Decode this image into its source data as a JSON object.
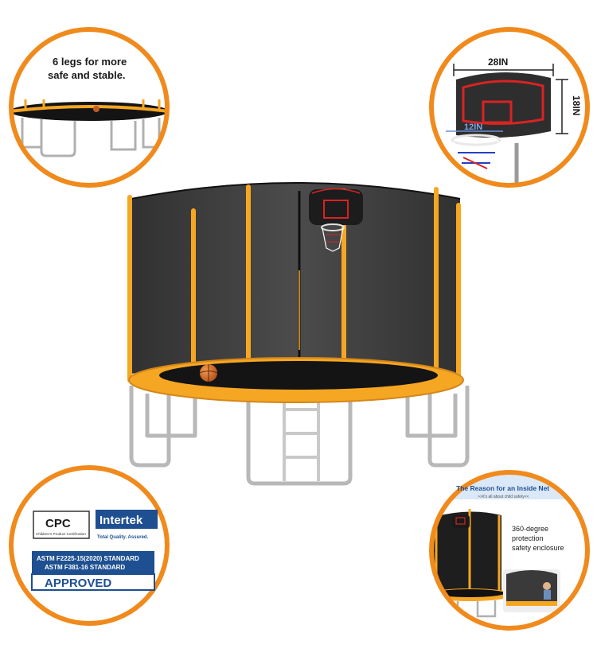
{
  "callouts": {
    "legs": {
      "caption_line1": "6 legs for more",
      "caption_line2": "safe and stable."
    },
    "hoop": {
      "width_label": "28IN",
      "height_label": "18IN",
      "rim_label": "12IN"
    },
    "certs": {
      "cpc_title": "CPC",
      "cpc_sub": "Children's Product Certification",
      "intertek_title": "Intertek",
      "intertek_sub": "Total Quality. Assured.",
      "standard_line1": "ASTM F2225-15(2020) STANDARD",
      "standard_line2": "ASTM F381-16 STANDARD",
      "approved": "APPROVED"
    },
    "net": {
      "banner_title": "The Reason for an Inside Net",
      "banner_sub": ">>It's all about child safety<<",
      "desc_line1": "360-degree",
      "desc_line2": "protection",
      "desc_line3": "safety enclosure"
    }
  },
  "colors": {
    "accent_orange": "#f08a1c",
    "frame_orange": "#f5a623",
    "net_dark": "#2b2b2b",
    "intertek_blue": "#1d4f91",
    "steel": "#a8a8a8"
  }
}
